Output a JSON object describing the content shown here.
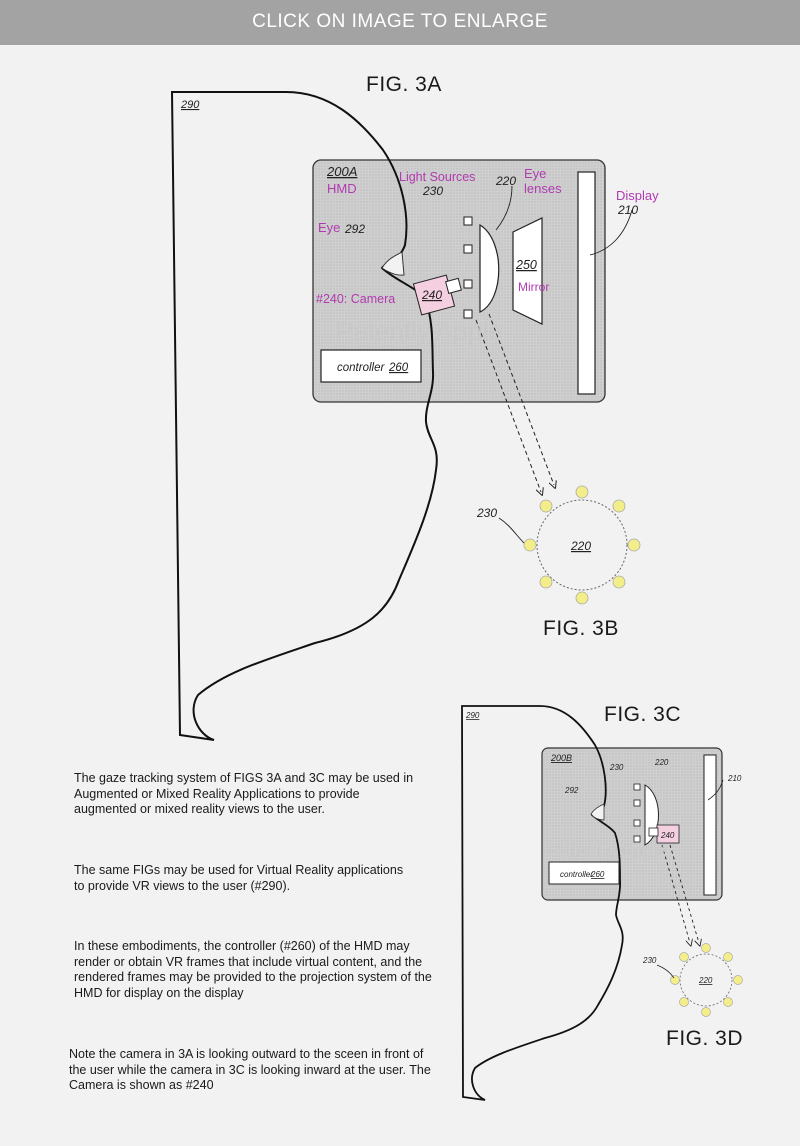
{
  "banner": "CLICK ON IMAGE TO ENLARGE",
  "figures": {
    "fig3a": "FIG. 3A",
    "fig3b": "FIG. 3B",
    "fig3c": "FIG. 3C",
    "fig3d": "FIG. 3D"
  },
  "fig3a": {
    "user_ref": "290",
    "hmd_ref": "200A",
    "hmd_label": "HMD",
    "light_sources": "Light Sources",
    "light_ref": "230",
    "lens_ref": "220",
    "eye_lenses_1": "Eye",
    "eye_lenses_2": "lenses",
    "display": "Display",
    "display_ref": "210",
    "eye": "Eye",
    "eye_ref": "292",
    "mirror_ref": "250",
    "mirror": "Mirror",
    "camera_label": "#240: Camera",
    "camera_ref": "240",
    "controller": "controller",
    "controller_ref": "260",
    "watermark": "Patently Apple"
  },
  "fig3b": {
    "light_ref": "230",
    "lens_ref": "220"
  },
  "fig3c": {
    "user_ref": "290",
    "hmd_ref": "200B",
    "light_ref": "230",
    "lens_ref": "220",
    "display_ref": "210",
    "eye_ref": "292",
    "camera_ref": "240",
    "controller": "controller",
    "controller_ref": "260",
    "watermark": "Patently Apple"
  },
  "fig3d": {
    "light_ref": "230",
    "lens_ref": "220"
  },
  "notes": [
    "The gaze tracking system of FIGS 3A and 3C may be used in Augmented or Mixed Reality Applications to provide augmented or mixed reality views to the user.",
    "The same FIGs may be used for Virtual Reality applications to provide VR views to the user (#290).",
    "In these embodiments, the controller (#260) of the HMD may render or obtain VR frames that include virtual content, and the rendered frames may be provided to the projection system of the HMD for display on the display",
    "Note the camera in 3A is looking outward to the sceen in front of the user while the camera in 3C is looking inward at the user. The Camera is shown as #240"
  ],
  "colors": {
    "magenta_label": "#b13ab1",
    "light_dot": "#f4ee8a",
    "hmd_fill": "#d2d2d2",
    "camera_fill": "#f3cfe0"
  }
}
